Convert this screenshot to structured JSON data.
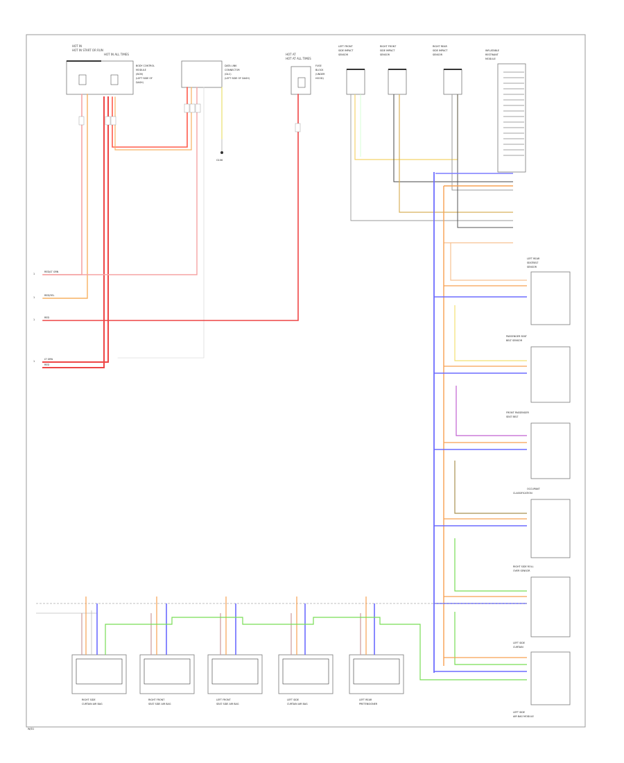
{
  "top_labels": [
    "HOT IN START OR RUN",
    "HOT IN ALL TIMES",
    "HOT AT ALL TIMES"
  ],
  "footer_ref": "W/D1"
}
